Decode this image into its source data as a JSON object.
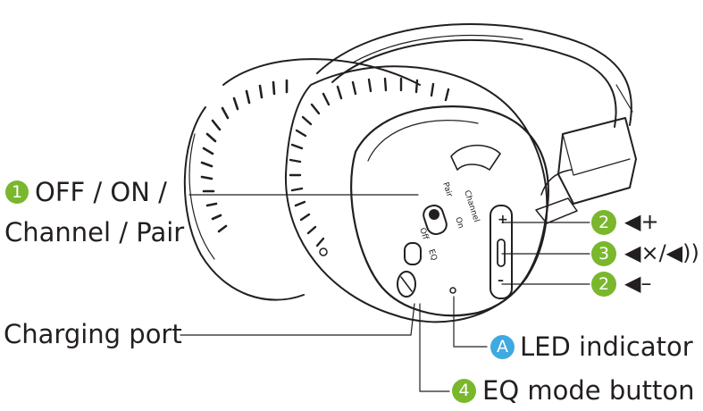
{
  "callouts": {
    "power": {
      "badge": "1",
      "line1": "OFF / ON /",
      "line2": "Channel / Pair",
      "badge_color": "#7ab72c"
    },
    "charging": {
      "label": "Charging port"
    },
    "led": {
      "badge": "A",
      "label": "LED indicator",
      "badge_color": "#3fa9e0"
    },
    "eq": {
      "badge": "4",
      "label": "EQ mode button",
      "badge_color": "#7ab72c"
    },
    "volume": [
      {
        "badge": "2",
        "icon": "speaker-plus-icon",
        "symbol": "◀+"
      },
      {
        "badge": "3",
        "icon": "mute-toggle-icon",
        "symbol": "◀×/◀))"
      },
      {
        "badge": "2",
        "icon": "speaker-minus-icon",
        "symbol": "◀–"
      }
    ]
  },
  "earcup_labels": {
    "channel": "Channel",
    "pair": "Pair",
    "on": "On",
    "off": "Off",
    "eq": "EQ",
    "plus": "+",
    "minus": "–"
  }
}
